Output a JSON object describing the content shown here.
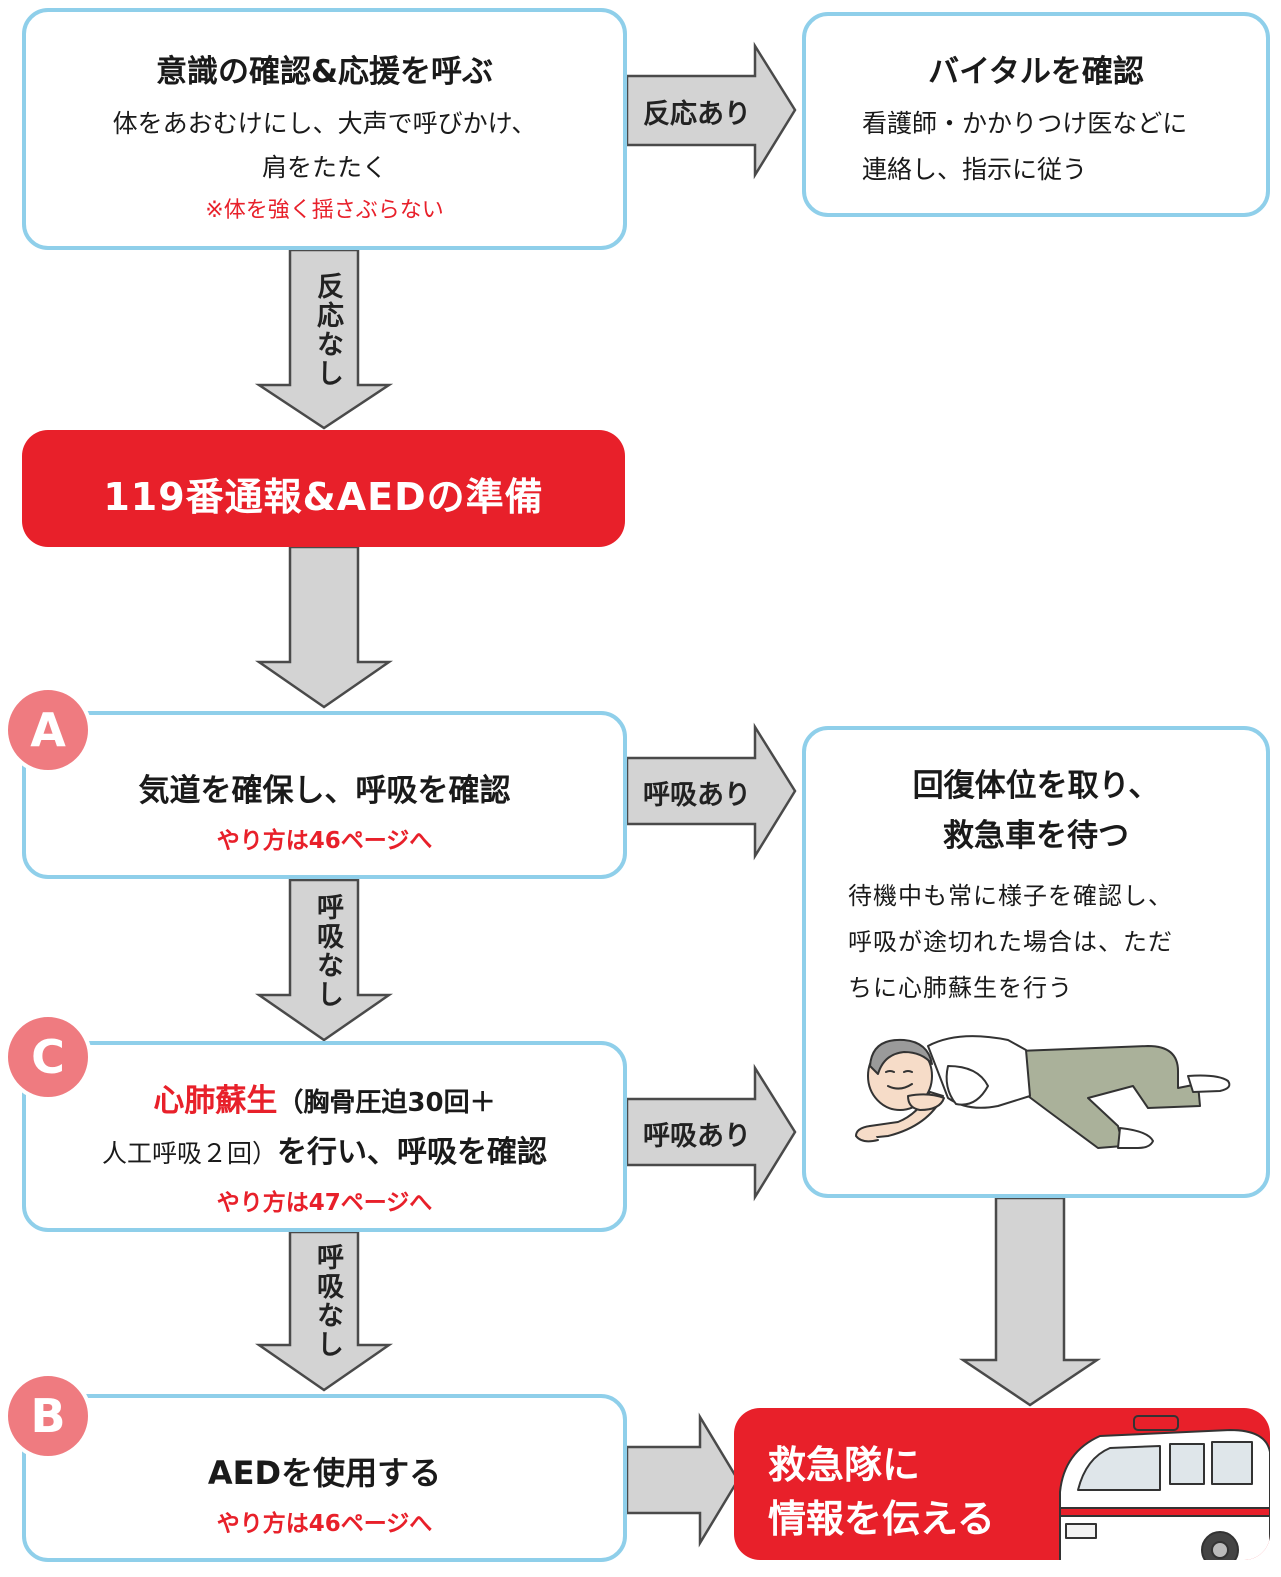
{
  "box1": {
    "title": "意識の確認&応援を呼ぶ",
    "line1": "体をあおむけにし、大声で呼びかけ、",
    "line2": "肩をたたく",
    "note": "※体を強く揺さぶらない"
  },
  "vital": {
    "title": "バイタルを確認",
    "line1": "看護師・かかりつけ医などに",
    "line2": "連絡し、指示に従う"
  },
  "arrow_labels": {
    "reaction_yes": "反応あり",
    "reaction_no": "反応なし",
    "breath_yes_1": "呼吸あり",
    "breath_no_1": "呼吸なし",
    "breath_yes_2": "呼吸あり",
    "breath_no_2": "呼吸なし"
  },
  "call119": {
    "title": "119番通報&AEDの準備"
  },
  "stepA": {
    "badge": "A",
    "title": "気道を確保し、呼吸を確認",
    "link": "やり方は46ページへ"
  },
  "recovery": {
    "title1": "回復体位を取り、",
    "title2": "救急車を待つ",
    "line1": "待機中も常に様子を確認し、",
    "line2": "呼吸が途切れた場合は、ただ",
    "line3": "ちに心肺蘇生を行う"
  },
  "stepC": {
    "badge": "C",
    "title_red": "心肺蘇生",
    "title_paren": "（胸骨圧迫30回＋",
    "line2_paren": "人工呼吸２回）",
    "line2_bold": "を行い、呼吸を確認",
    "link": "やり方は47ページへ"
  },
  "stepB": {
    "badge": "B",
    "title": "AEDを使用する",
    "link": "やり方は46ページへ"
  },
  "emergency": {
    "line1": "救急隊に",
    "line2": "情報を伝える"
  },
  "colors": {
    "red": "#e8202a",
    "border": "#8fcfea",
    "arrow": "#d3d3d3",
    "badge": "#ef7b80"
  }
}
